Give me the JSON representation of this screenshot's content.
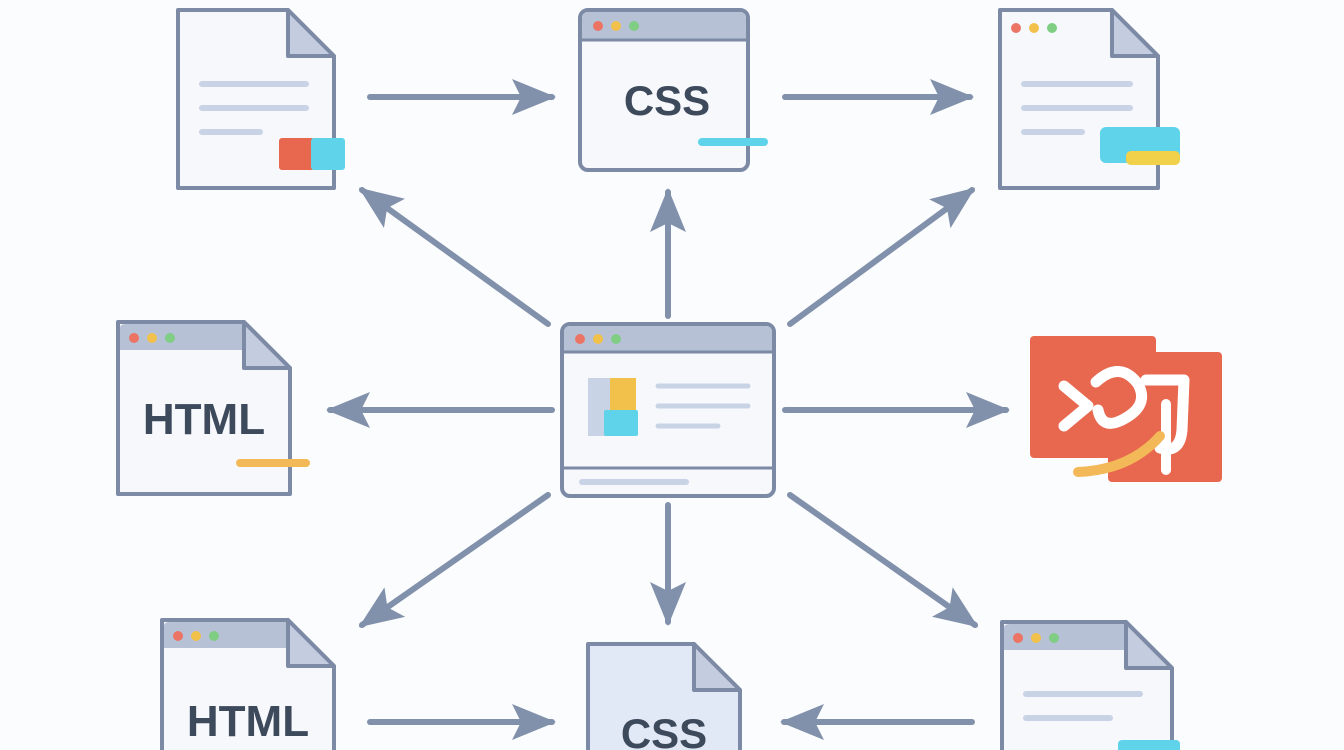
{
  "colors": {
    "background": "#fbfcfd",
    "stroke": "#7d8aa6",
    "arrow": "#8190ab",
    "titlebar": "#b7c1d6",
    "doc_fill": "#f7f8fc",
    "text_line": "#c9d3e6",
    "dot_red": "#ec7464",
    "dot_yellow": "#f2c14b",
    "dot_green": "#7fce84",
    "cyan": "#5fd3ea",
    "orange": "#f3b958",
    "red_block": "#e8684f",
    "accent_yellow": "#f2d14a"
  },
  "nodes": {
    "top_center_label": "CSS",
    "middle_left_label": "HTML",
    "bottom_left_label": "HTML",
    "bottom_center_label": "CSS"
  },
  "icons": {
    "top_left": "document-icon",
    "top_center": "browser-window-icon",
    "top_right": "document-icon",
    "middle_left": "html-document-icon",
    "center": "browser-layout-icon",
    "middle_right": "translate-icon",
    "bottom_left": "html-document-icon",
    "bottom_center": "css-document-icon",
    "bottom_right": "document-icon"
  }
}
